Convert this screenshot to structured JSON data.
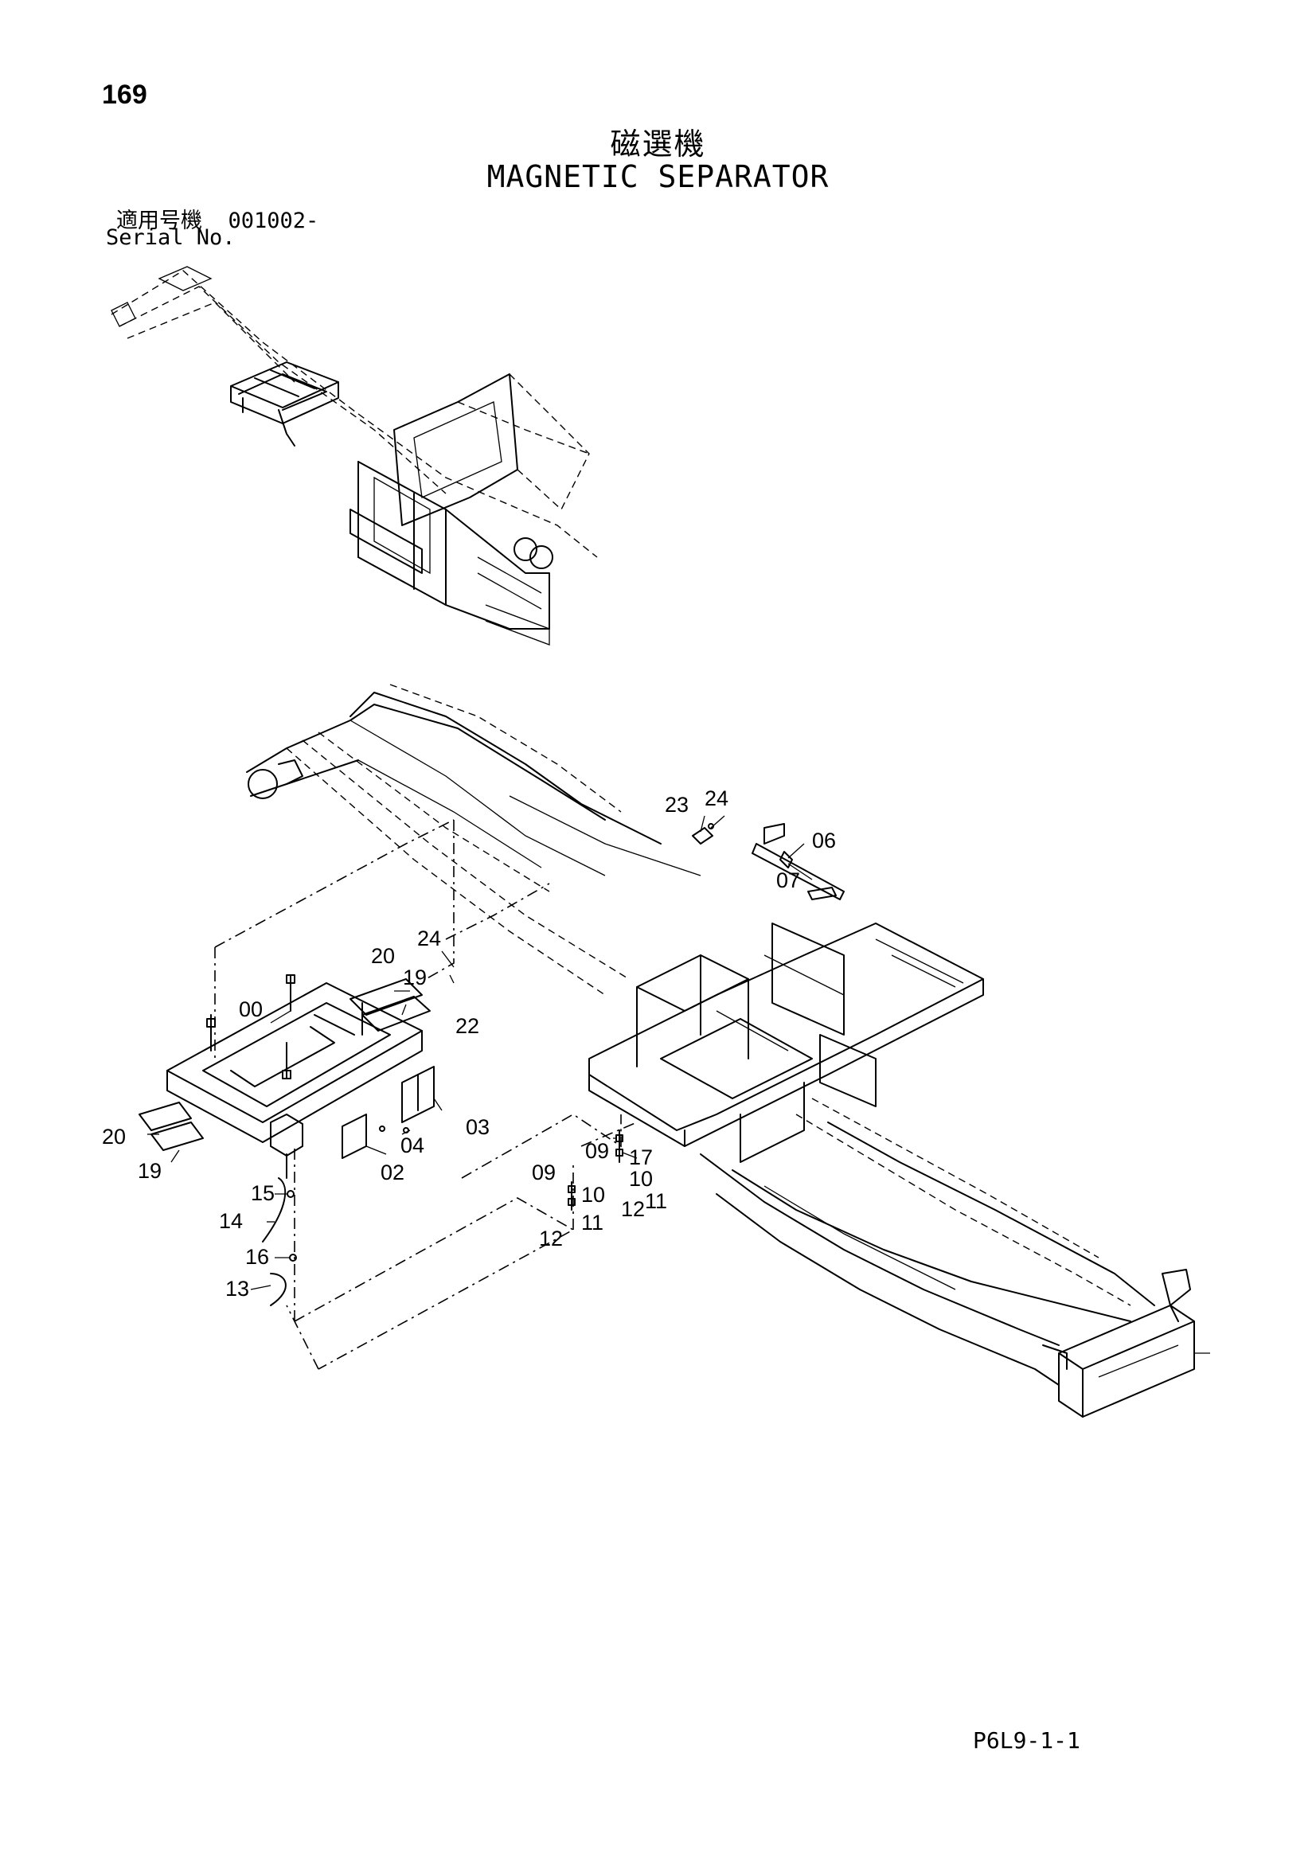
{
  "page": {
    "number": "169",
    "title_jp": "磁選機",
    "title_en": "MAGNETIC SEPARATOR",
    "serial_line_jp": "適用号機  001002-",
    "serial_line_en": "Serial No.",
    "footer_code": "P6L9-1-1"
  },
  "callouts": [
    {
      "id": "c00",
      "text": "00"
    },
    {
      "id": "c02",
      "text": "02"
    },
    {
      "id": "c03",
      "text": "03"
    },
    {
      "id": "c04",
      "text": "04"
    },
    {
      "id": "c06",
      "text": "06"
    },
    {
      "id": "c07",
      "text": "07"
    },
    {
      "id": "c09a",
      "text": "09"
    },
    {
      "id": "c09b",
      "text": "09"
    },
    {
      "id": "c10a",
      "text": "10"
    },
    {
      "id": "c10b",
      "text": "10"
    },
    {
      "id": "c11a",
      "text": "11"
    },
    {
      "id": "c11b",
      "text": "11"
    },
    {
      "id": "c12a",
      "text": "12"
    },
    {
      "id": "c12b",
      "text": "12"
    },
    {
      "id": "c13",
      "text": "13"
    },
    {
      "id": "c14",
      "text": "14"
    },
    {
      "id": "c15",
      "text": "15"
    },
    {
      "id": "c16",
      "text": "16"
    },
    {
      "id": "c17",
      "text": "17"
    },
    {
      "id": "c19a",
      "text": "19"
    },
    {
      "id": "c19b",
      "text": "19"
    },
    {
      "id": "c20a",
      "text": "20"
    },
    {
      "id": "c20b",
      "text": "20"
    },
    {
      "id": "c22",
      "text": "22"
    },
    {
      "id": "c23",
      "text": "23"
    },
    {
      "id": "c24a",
      "text": "24"
    },
    {
      "id": "c24b",
      "text": "24"
    }
  ]
}
